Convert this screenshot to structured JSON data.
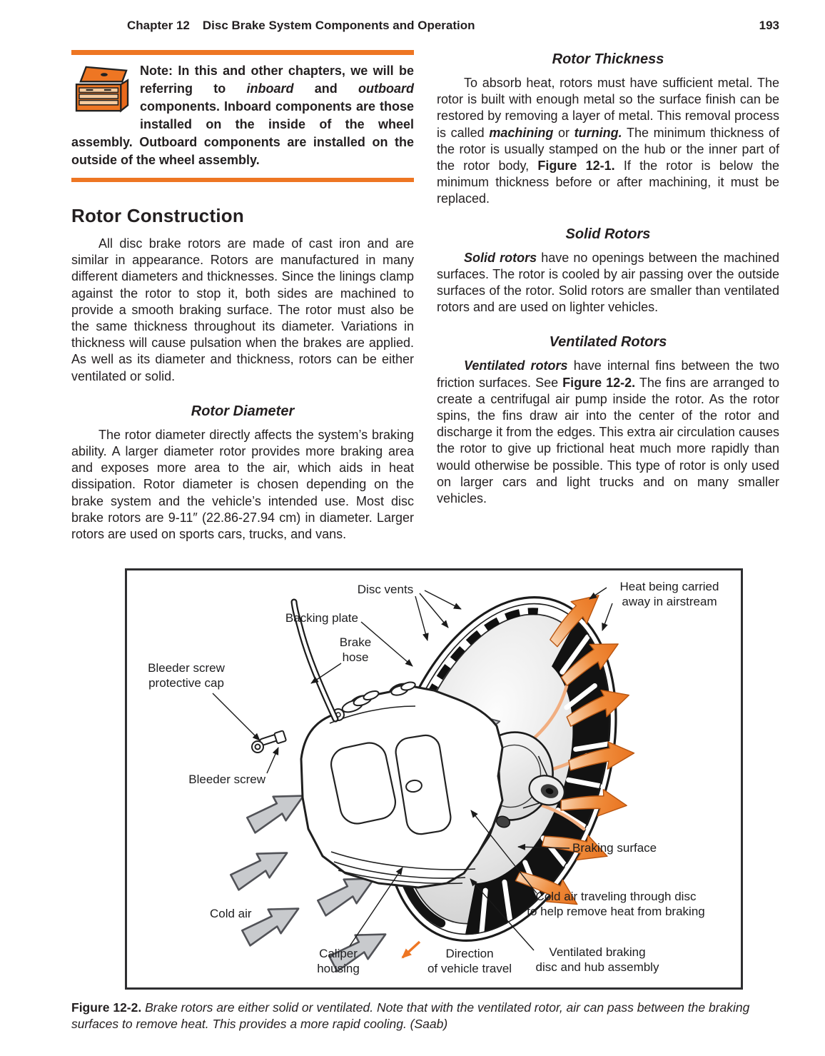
{
  "header": {
    "chapter": "Chapter 12",
    "title": "Disc Brake System Components and Operation",
    "page_number": "193"
  },
  "note": {
    "segments": [
      {
        "t": "Note: In this and other chapters, we will be referring to ",
        "s": "b"
      },
      {
        "t": "inboard",
        "s": "bi"
      },
      {
        "t": " and ",
        "s": "b"
      },
      {
        "t": "outboard",
        "s": "bi"
      },
      {
        "t": " components. Inboard components are those installed on the inside of the wheel assembly. Outboard components are installed on the outside of the wheel assembly.",
        "s": "b"
      }
    ]
  },
  "sections": {
    "rotor_construction": {
      "heading": "Rotor Construction",
      "body": "All disc brake rotors are made of cast iron and are similar in appearance. Rotors are manufactured in many different diameters and thicknesses. Since the linings clamp against the rotor to stop it, both sides are machined to provide a smooth braking surface. The rotor must also be the same thickness throughout its diameter. Variations in thickness will cause pulsation when the brakes are applied. As well as its diameter and thickness, rotors can be either ventilated or solid."
    },
    "rotor_diameter": {
      "heading": "Rotor Diameter",
      "body": "The rotor diameter directly affects the system’s braking ability. A larger diameter rotor provides more braking area and exposes more area to the air, which aids in heat dissipation. Rotor diameter is chosen depending on the brake system and the vehicle’s intended use. Most disc brake rotors are 9-11″ (22.86-27.94 cm) in diameter. Larger rotors are used on sports cars, trucks, and vans."
    },
    "rotor_thickness": {
      "heading": "Rotor Thickness",
      "segments": [
        {
          "t": "To absorb heat, rotors must have sufficient metal. The rotor is built with enough metal so the surface finish can be restored by removing a layer of metal. This removal process is called "
        },
        {
          "t": "machining",
          "s": "bi"
        },
        {
          "t": " or "
        },
        {
          "t": "turning.",
          "s": "bi"
        },
        {
          "t": " The minimum thickness of the rotor is usually stamped on the hub or the inner part of the rotor body, "
        },
        {
          "t": "Figure 12-1.",
          "s": "b"
        },
        {
          "t": " If the rotor is below the minimum thickness before or after machining, it must be replaced."
        }
      ]
    },
    "solid_rotors": {
      "heading": "Solid Rotors",
      "segments": [
        {
          "t": "Solid rotors",
          "s": "bi"
        },
        {
          "t": " have no openings between the machined surfaces. The rotor is cooled by air passing over the outside surfaces of the rotor. Solid rotors are smaller than ventilated rotors and are used on lighter vehicles."
        }
      ]
    },
    "ventilated_rotors": {
      "heading": "Ventilated Rotors",
      "segments": [
        {
          "t": "Ventilated rotors",
          "s": "bi"
        },
        {
          "t": " have internal fins between the two friction surfaces. See "
        },
        {
          "t": "Figure 12-2.",
          "s": "b"
        },
        {
          "t": " The fins are arranged to create a centrifugal air pump inside the rotor. As the rotor spins, the fins draw air into the center of the rotor and discharge it from the edges. This extra air circulation causes the rotor to give up frictional heat much more rapidly than would otherwise be possible. This type of rotor is only used on larger cars and light trucks and on many smaller vehicles."
        }
      ]
    }
  },
  "figure": {
    "labels": {
      "disc_vents": "Disc vents",
      "backing_plate": "Backing plate",
      "brake_hose": "Brake\nhose",
      "bleeder_screw_protective_cap": "Bleeder screw\nprotective cap",
      "bleeder_screw": "Bleeder screw",
      "cold_air": "Cold air",
      "caliper_housing": "Caliper\nhousing",
      "direction_of_vehicle_travel": "Direction\nof vehicle travel",
      "heat_being_carried": "Heat being carried\naway in airstream",
      "braking_surface": "Braking surface",
      "cold_air_traveling": "Cold air traveling through disc\nto help remove heat from braking",
      "ventilated_braking": "Ventilated braking\ndisc and hub assembly"
    },
    "caption_segments": [
      {
        "t": "Figure 12-2.",
        "s": "b"
      },
      {
        "t": " Brake rotors are either solid or ventilated. Note that with the ventilated rotor, air can pass between the braking surfaces to remove heat. This provides a more rapid cooling. (Saab)",
        "s": "i"
      }
    ]
  },
  "colors": {
    "accent_orange": "#EE7623",
    "heat_arrow_light": "#F9D3B0",
    "heat_arrow_dark": "#E9731F",
    "cold_arrow_gray": "#C8CACD",
    "text": "#231F20"
  }
}
